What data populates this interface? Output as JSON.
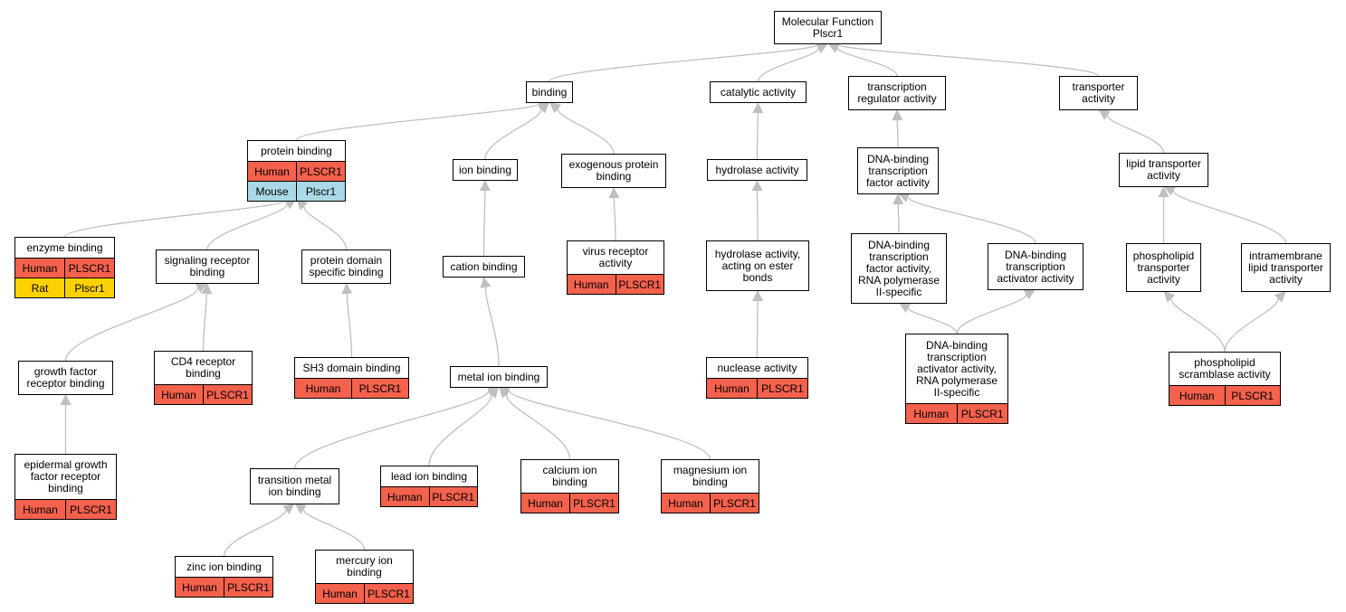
{
  "diagram": {
    "colors": {
      "human": "#f4614c",
      "mouse": "#a9d9e6",
      "rat": "#fcd100",
      "edge": "#bfbfbf"
    },
    "nodes": [
      {
        "id": "mf",
        "label": "Molecular Function\nPlscr1",
        "rows": []
      },
      {
        "id": "binding",
        "label": "binding",
        "rows": []
      },
      {
        "id": "catalytic",
        "label": "catalytic activity",
        "rows": []
      },
      {
        "id": "tra",
        "label": "transcription\nregulator activity",
        "rows": []
      },
      {
        "id": "transporter",
        "label": "transporter\nactivity",
        "rows": []
      },
      {
        "id": "protein_binding",
        "label": "protein binding",
        "rows": [
          {
            "species": "Human",
            "gene": "PLSCR1",
            "color": "human"
          },
          {
            "species": "Mouse",
            "gene": "Plscr1",
            "color": "mouse"
          }
        ]
      },
      {
        "id": "ion_binding",
        "label": "ion binding",
        "rows": []
      },
      {
        "id": "exo",
        "label": "exogenous protein\nbinding",
        "rows": []
      },
      {
        "id": "hydrolase",
        "label": "hydrolase activity",
        "rows": []
      },
      {
        "id": "dbtfa",
        "label": "DNA-binding\ntranscription\nfactor activity",
        "rows": []
      },
      {
        "id": "lipid",
        "label": "lipid transporter\nactivity",
        "rows": []
      },
      {
        "id": "enzyme",
        "label": "enzyme binding",
        "rows": [
          {
            "species": "Human",
            "gene": "PLSCR1",
            "color": "human"
          },
          {
            "species": "Rat",
            "gene": "Plscr1",
            "color": "rat"
          }
        ]
      },
      {
        "id": "signaling",
        "label": "signaling receptor\nbinding",
        "rows": []
      },
      {
        "id": "pdsb",
        "label": "protein domain\nspecific binding",
        "rows": []
      },
      {
        "id": "cation",
        "label": "cation binding",
        "rows": []
      },
      {
        "id": "virus",
        "label": "virus receptor\nactivity",
        "rows": [
          {
            "species": "Human",
            "gene": "PLSCR1",
            "color": "human"
          }
        ]
      },
      {
        "id": "hyd_ester",
        "label": "hydrolase activity,\nacting on ester\nbonds",
        "rows": []
      },
      {
        "id": "dbtfa_pol2",
        "label": "DNA-binding\ntranscription\nfactor activity,\nRNA polymerase\nII-specific",
        "rows": []
      },
      {
        "id": "dbtaa",
        "label": "DNA-binding\ntranscription\nactivator activity",
        "rows": []
      },
      {
        "id": "phospho_ta",
        "label": "phospholipid\ntransporter\nactivity",
        "rows": []
      },
      {
        "id": "intramem",
        "label": "intramembrane\nlipid transporter\nactivity",
        "rows": []
      },
      {
        "id": "gfrb",
        "label": "growth factor\nreceptor binding",
        "rows": []
      },
      {
        "id": "cd4",
        "label": "CD4 receptor\nbinding",
        "rows": [
          {
            "species": "Human",
            "gene": "PLSCR1",
            "color": "human"
          }
        ]
      },
      {
        "id": "sh3",
        "label": "SH3 domain binding",
        "rows": [
          {
            "species": "Human",
            "gene": "PLSCR1",
            "color": "human"
          }
        ]
      },
      {
        "id": "metal",
        "label": "metal ion binding",
        "rows": []
      },
      {
        "id": "nuclease",
        "label": "nuclease activity",
        "rows": [
          {
            "species": "Human",
            "gene": "PLSCR1",
            "color": "human"
          }
        ]
      },
      {
        "id": "dbtaa_pol2",
        "label": "DNA-binding\ntranscription\nactivator activity,\nRNA polymerase\nII-specific",
        "rows": [
          {
            "species": "Human",
            "gene": "PLSCR1",
            "color": "human"
          }
        ]
      },
      {
        "id": "scramblase",
        "label": "phospholipid\nscramblase activity",
        "rows": [
          {
            "species": "Human",
            "gene": "PLSCR1",
            "color": "human"
          }
        ]
      },
      {
        "id": "egfrb",
        "label": "epidermal growth\nfactor receptor\nbinding",
        "rows": [
          {
            "species": "Human",
            "gene": "PLSCR1",
            "color": "human"
          }
        ]
      },
      {
        "id": "transition",
        "label": "transition metal\nion binding",
        "rows": []
      },
      {
        "id": "lead",
        "label": "lead ion binding",
        "rows": [
          {
            "species": "Human",
            "gene": "PLSCR1",
            "color": "human"
          }
        ]
      },
      {
        "id": "calcium",
        "label": "calcium ion\nbinding",
        "rows": [
          {
            "species": "Human",
            "gene": "PLSCR1",
            "color": "human"
          }
        ]
      },
      {
        "id": "magnesium",
        "label": "magnesium ion\nbinding",
        "rows": [
          {
            "species": "Human",
            "gene": "PLSCR1",
            "color": "human"
          }
        ]
      },
      {
        "id": "zinc",
        "label": "zinc ion binding",
        "rows": [
          {
            "species": "Human",
            "gene": "PLSCR1",
            "color": "human"
          }
        ]
      },
      {
        "id": "mercury",
        "label": "mercury ion\nbinding",
        "rows": [
          {
            "species": "Human",
            "gene": "PLSCR1",
            "color": "human"
          }
        ]
      }
    ],
    "edges": [
      [
        "binding",
        "mf"
      ],
      [
        "catalytic",
        "mf"
      ],
      [
        "tra",
        "mf"
      ],
      [
        "transporter",
        "mf"
      ],
      [
        "protein_binding",
        "binding"
      ],
      [
        "ion_binding",
        "binding"
      ],
      [
        "exo",
        "binding"
      ],
      [
        "hydrolase",
        "catalytic"
      ],
      [
        "dbtfa",
        "tra"
      ],
      [
        "lipid",
        "transporter"
      ],
      [
        "enzyme",
        "protein_binding"
      ],
      [
        "signaling",
        "protein_binding"
      ],
      [
        "pdsb",
        "protein_binding"
      ],
      [
        "cation",
        "ion_binding"
      ],
      [
        "virus",
        "exo"
      ],
      [
        "hyd_ester",
        "hydrolase"
      ],
      [
        "dbtfa_pol2",
        "dbtfa"
      ],
      [
        "dbtaa",
        "dbtfa"
      ],
      [
        "phospho_ta",
        "lipid"
      ],
      [
        "intramem",
        "lipid"
      ],
      [
        "gfrb",
        "signaling"
      ],
      [
        "cd4",
        "signaling"
      ],
      [
        "sh3",
        "pdsb"
      ],
      [
        "metal",
        "cation"
      ],
      [
        "nuclease",
        "hyd_ester"
      ],
      [
        "dbtaa_pol2",
        "dbtfa_pol2"
      ],
      [
        "dbtaa_pol2",
        "dbtaa"
      ],
      [
        "scramblase",
        "phospho_ta"
      ],
      [
        "scramblase",
        "intramem"
      ],
      [
        "egfrb",
        "gfrb"
      ],
      [
        "transition",
        "metal"
      ],
      [
        "lead",
        "metal"
      ],
      [
        "calcium",
        "metal"
      ],
      [
        "magnesium",
        "metal"
      ],
      [
        "zinc",
        "transition"
      ],
      [
        "mercury",
        "transition"
      ]
    ]
  }
}
